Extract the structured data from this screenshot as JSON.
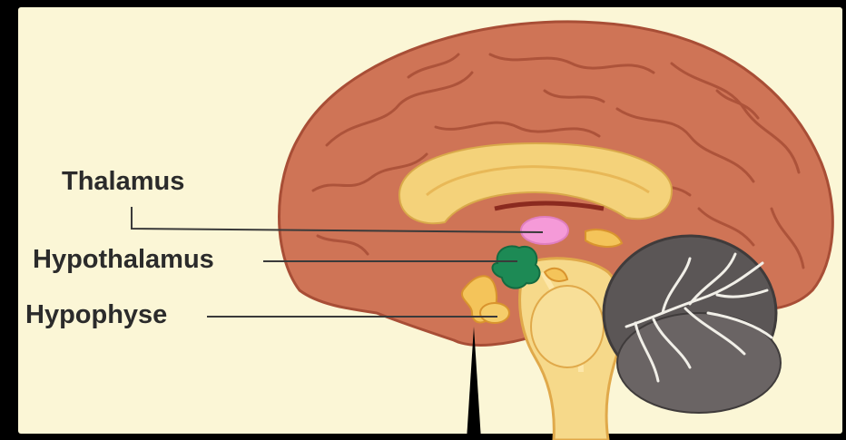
{
  "labels": {
    "thalamus": "Thalamus",
    "hypothalamus": "Hypothalamus",
    "hypophyse": "Hypophyse"
  },
  "colors": {
    "background": "#000000",
    "panel": "#fbf6d6",
    "cerebrum": "#cf7456",
    "cerebrum_dark": "#a84e36",
    "corpus_callosum": "#f4d27a",
    "brainstem": "#f6d98a",
    "cerebellum": "#5b5656",
    "thalamus": "#f59ad8",
    "hypothalamus": "#1d8a55",
    "leader_line": "#3a3a3a"
  },
  "icons": {
    "pointer": "black-pointer-triangle"
  }
}
